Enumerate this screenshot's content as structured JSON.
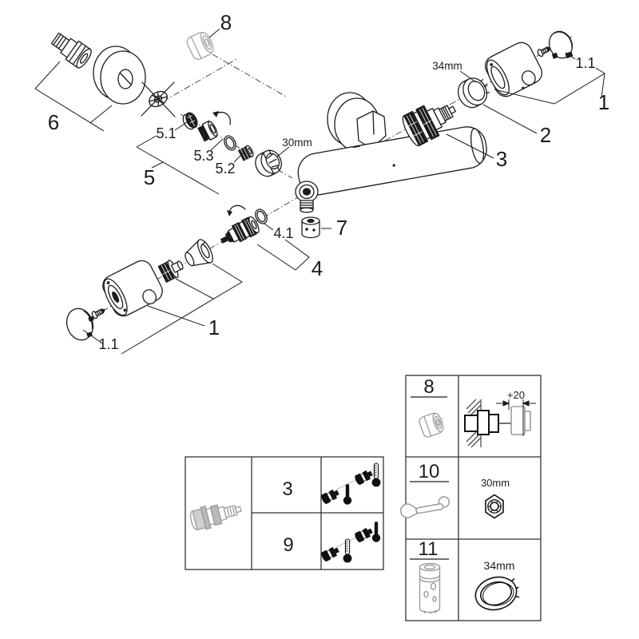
{
  "diagram": {
    "callouts": {
      "c8_top": "8",
      "c6": "6",
      "c5_1": "5.1",
      "c5_3": "5.3",
      "c5_2": "5.2",
      "c5": "5",
      "c4_1": "4.1",
      "c4": "4",
      "c7": "7",
      "c3": "3",
      "c2": "2",
      "c1_top": "1",
      "c1_1_top": "1.1",
      "c1_bottom": "1",
      "c1_1_bottom": "1.1"
    },
    "dimensions": {
      "union_nut": "30mm",
      "locking_ring": "34mm"
    }
  },
  "cartridge_table": {
    "rows": [
      {
        "label": "3"
      },
      {
        "label": "9"
      }
    ]
  },
  "accessory_table": {
    "rows": [
      {
        "label": "8",
        "dim": "+20"
      },
      {
        "label": "10",
        "dim": "30mm"
      },
      {
        "label": "11",
        "dim": "34mm"
      }
    ]
  },
  "icons": {
    "crossed_washer": "star-washer-crossed-out-icon",
    "thermometer_hot": "thermometer-filled-icon",
    "thermometer_cold": "thermometer-scale-icon",
    "wrench": "open-end-wrench-icon",
    "extension_cap": "extension-cap-icon",
    "mounting_sleeve": "mounting-sleeve-icon",
    "union_nut": "union-nut-icon",
    "locking_ring": "locking-ring-icon",
    "thermostatic_cartridge": "thermostatic-cartridge-icon"
  },
  "colors": {
    "line": "#1c1c1c",
    "grey_part": "#9b9b9b",
    "dim_text": "#666666",
    "background": "#ffffff"
  }
}
